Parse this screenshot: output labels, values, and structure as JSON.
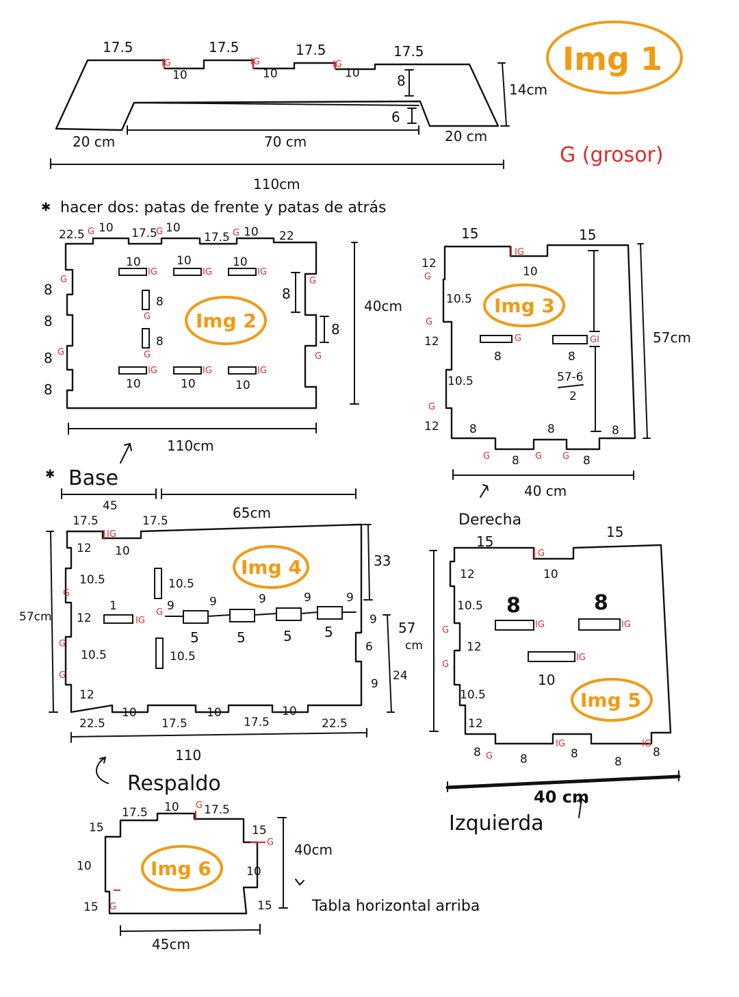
{
  "labels": {
    "img1": "Img 1",
    "img2": "Img 2",
    "img3": "Img 3",
    "img4": "Img 4",
    "img5": "Img 5",
    "img6": "Img 6",
    "legend": "G (grosor)",
    "note_legs": "hacer dos: patas de frente y patas de atrás",
    "base": "Base",
    "derecha": "Derecha",
    "izquierda": "Izquierda",
    "respaldo": "Respaldo",
    "tabla": "Tabla horizontal arriba",
    "g": "G",
    "ig": "IG",
    "gi": "GI",
    "i": "I"
  },
  "dims": {
    "v175": "17.5",
    "v10": "10",
    "v8": "8",
    "v6": "6",
    "v14cm": "14cm",
    "v20cm": "20 cm",
    "v70cm": "70 cm",
    "v110cm": "110cm",
    "v225": "22.5",
    "v22": "22",
    "v40cm": "40cm",
    "v15": "15",
    "v12": "12",
    "v105": "10.5",
    "v57cm": "57cm",
    "v40cm_s": "40 cm",
    "frac_top": "57-6",
    "frac_bot": "2",
    "v45": "45",
    "v65cm": "65cm",
    "v33": "33",
    "v9": "9",
    "v5": "5",
    "v24": "24",
    "v57": "57",
    "cm": "cm",
    "v110": "110",
    "v1": "1",
    "v45cm": "45cm"
  }
}
